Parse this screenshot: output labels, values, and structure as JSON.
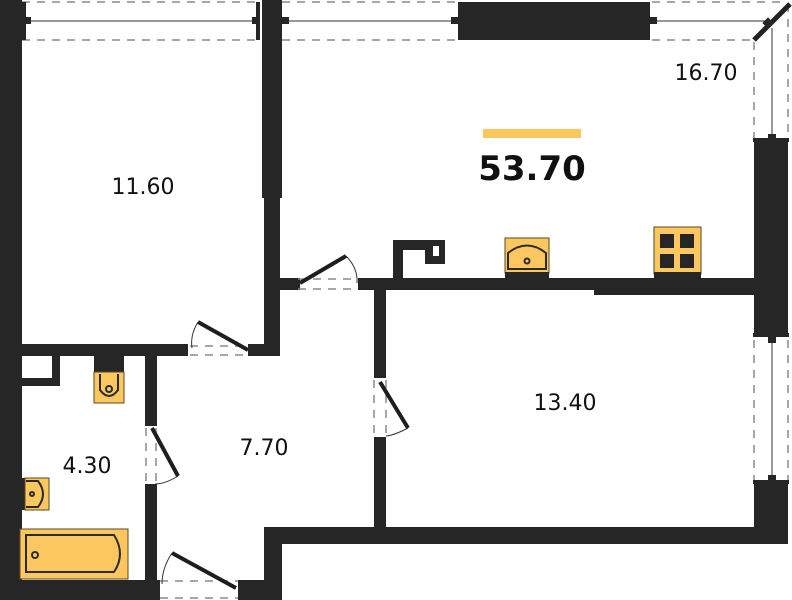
{
  "plan": {
    "total_area": "53.70",
    "accent_color": "#fcc75e",
    "wall_color": "#262626",
    "rooms": [
      {
        "id": "bedroom",
        "area": "11.60"
      },
      {
        "id": "kitchen-living",
        "area": "16.70"
      },
      {
        "id": "room",
        "area": "13.40"
      },
      {
        "id": "hallway",
        "area": "7.70"
      },
      {
        "id": "bathroom",
        "area": "4.30"
      }
    ],
    "fixtures": [
      "toilet-icon",
      "washbasin-icon",
      "bathtub-icon",
      "kitchen-sink-icon",
      "stove-icon"
    ]
  }
}
